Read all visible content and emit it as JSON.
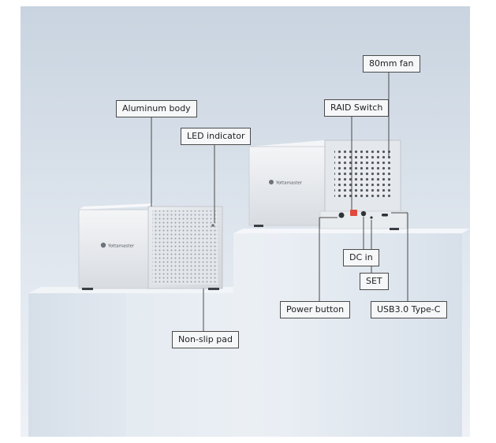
{
  "product": {
    "front_logo_text": "Yottamaster",
    "rear_logo_text": "Yottamaster"
  },
  "callouts": {
    "aluminum_body": "Aluminum body",
    "led_indicator": "LED indicator",
    "raid_switch": "RAID Switch",
    "fan": "80mm fan",
    "dc_in": "DC in",
    "set": "SET",
    "power_button": "Power button",
    "usb": "USB3.0 Type-C",
    "non_slip_pad": "Non-slip pad"
  },
  "colors": {
    "background_top": "#cdd8e3",
    "background_bottom": "#e8edf3",
    "enclosure": "#e9ebee",
    "raid_switch_red": "#e04a3c"
  }
}
